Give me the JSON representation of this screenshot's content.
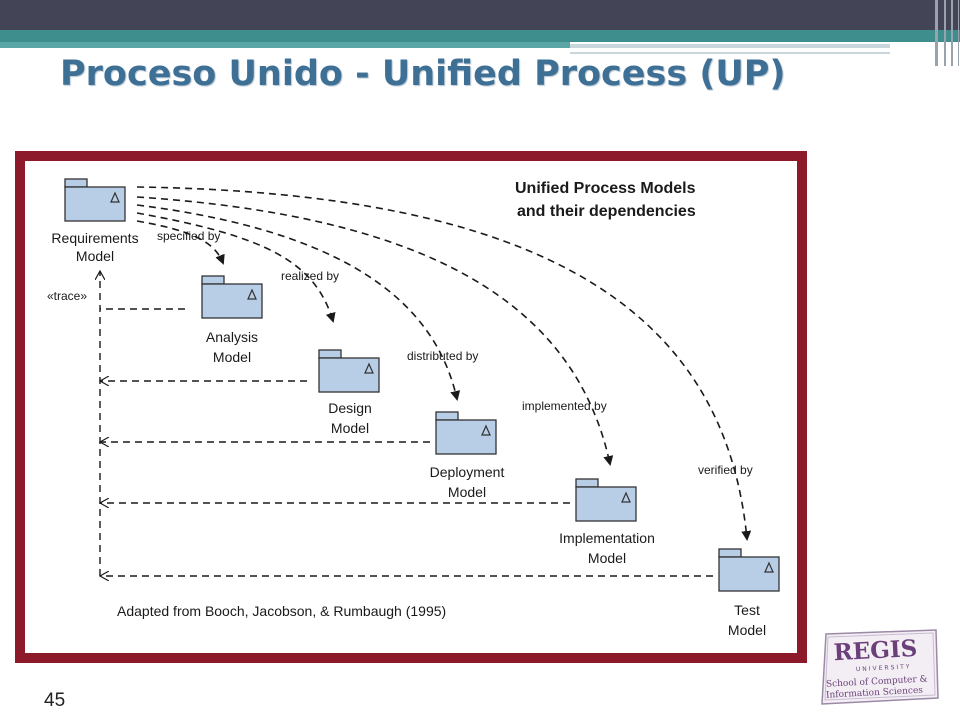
{
  "slide": {
    "title": "Proceso Unido - Unified Process (UP)",
    "number": "45"
  },
  "diagram": {
    "heading_line1": "Unified Process Models",
    "heading_line2": "and their dependencies",
    "models": [
      {
        "line1": "Requirements",
        "line2": "Model"
      },
      {
        "line1": "Analysis",
        "line2": "Model"
      },
      {
        "line1": "Design",
        "line2": "Model"
      },
      {
        "line1": "Deployment",
        "line2": "Model"
      },
      {
        "line1": "Implementation",
        "line2": "Model"
      },
      {
        "line1": "Test",
        "line2": "Model"
      }
    ],
    "relations": [
      "specified by",
      "realized by",
      "distributed by",
      "implemented by",
      "verified by"
    ],
    "trace_label": "«trace»",
    "caption": "Adapted from Booch, Jacobson, & Rumbaugh (1995)",
    "colors": {
      "package_fill": "#b8cde6",
      "package_stroke": "#333333",
      "frame": "#8c1a2a"
    }
  },
  "logo": {
    "name": "REGIS",
    "line2": "UNIVERSITY",
    "line3": "School of Computer &",
    "line4": "Information Sciences"
  }
}
